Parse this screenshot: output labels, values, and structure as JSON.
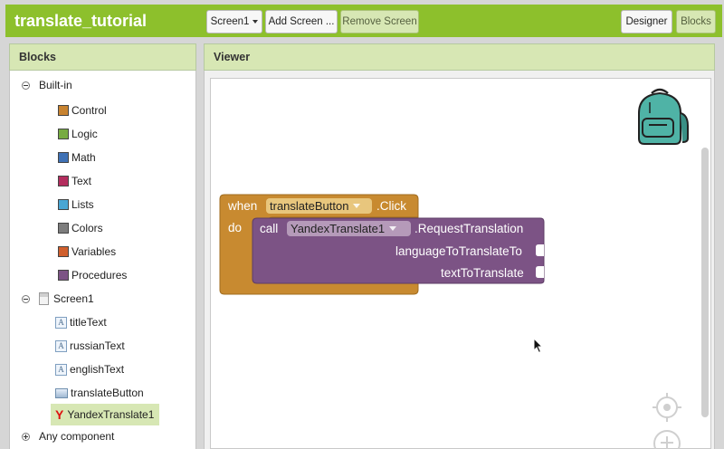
{
  "app": {
    "title": "translate_tutorial",
    "screen_selector": "Screen1",
    "add_screen": "Add Screen ...",
    "remove_screen": "Remove Screen",
    "designer": "Designer",
    "blocks": "Blocks"
  },
  "blocks_panel": {
    "title": "Blocks",
    "builtin_label": "Built-in",
    "builtin_items": [
      {
        "label": "Control",
        "color": "#c88330"
      },
      {
        "label": "Logic",
        "color": "#77ab41"
      },
      {
        "label": "Math",
        "color": "#3f71b5"
      },
      {
        "label": "Text",
        "color": "#b32d5e"
      },
      {
        "label": "Lists",
        "color": "#49a6d4"
      },
      {
        "label": "Colors",
        "color": "#7d7d7d"
      },
      {
        "label": "Variables",
        "color": "#d05f2d"
      },
      {
        "label": "Procedures",
        "color": "#7c5385"
      }
    ],
    "screen_label": "Screen1",
    "components": [
      {
        "label": "titleText",
        "icon": "label-icon"
      },
      {
        "label": "russianText",
        "icon": "label-icon"
      },
      {
        "label": "englishText",
        "icon": "label-icon"
      },
      {
        "label": "translateButton",
        "icon": "button-icon"
      },
      {
        "label": "YandexTranslate1",
        "icon": "yandex-icon",
        "selected": true
      }
    ],
    "any_component": "Any component"
  },
  "viewer": {
    "title": "Viewer",
    "event_block": {
      "when": "when",
      "component": "translateButton",
      "event": ".Click",
      "do": "do",
      "color": "#c88a30"
    },
    "call_block": {
      "call": "call",
      "component": "YandexTranslate1",
      "method": ".RequestTranslation",
      "arg1": "languageToTranslateTo",
      "arg2": "textToTranslate",
      "color": "#7c5385"
    }
  },
  "colors": {
    "topbar": "#8dc02c",
    "panel_header": "#d7e7b4"
  }
}
